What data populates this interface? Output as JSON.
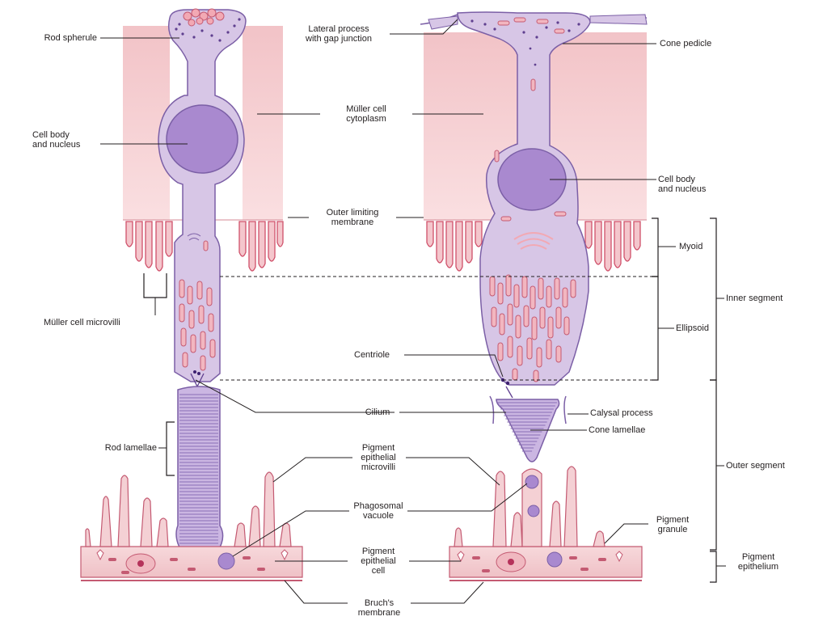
{
  "labels": {
    "rod_spherule": "Rod spherule",
    "lateral_process": "Lateral process\nwith gap junction",
    "cone_pedicle": "Cone pedicle",
    "muller_cytoplasm": "Müller cell\ncytoplasm",
    "cell_body_left": "Cell body\nand nucleus",
    "cell_body_right": "Cell body\nand nucleus",
    "outer_limiting_membrane": "Outer limiting\nmembrane",
    "myoid": "Myoid",
    "inner_segment": "Inner segment",
    "muller_microvilli": "Müller cell microvilli",
    "ellipsoid": "Ellipsoid",
    "centriole": "Centriole",
    "cilium": "Cilium",
    "calycal_process": "Calysal process",
    "cone_lamellae": "Cone lamellae",
    "rod_lamellae": "Rod lamellae",
    "pigment_microvilli": "Pigment\nepithelial\nmicrovilli",
    "outer_segment": "Outer segment",
    "phagosomal_vacuole": "Phagosomal\nvacuole",
    "pigment_granule": "Pigment\ngranule",
    "pigment_epithelial_cell": "Pigment\nepithelial\ncell",
    "pigment_epithelium": "Pigment\nepithelium",
    "bruchs_membrane": "Bruch's\nmembrane"
  },
  "colors": {
    "cell_fill": "#d7c6e6",
    "cell_stroke": "#7b5fa6",
    "nucleus": "#a989cf",
    "muller_fill": "#f6c9cc",
    "microvilli_stroke": "#d0506a",
    "mitochondria": "#d0708a",
    "epithelium_fill": "#f4d0d4",
    "leader_line": "#231f20"
  }
}
